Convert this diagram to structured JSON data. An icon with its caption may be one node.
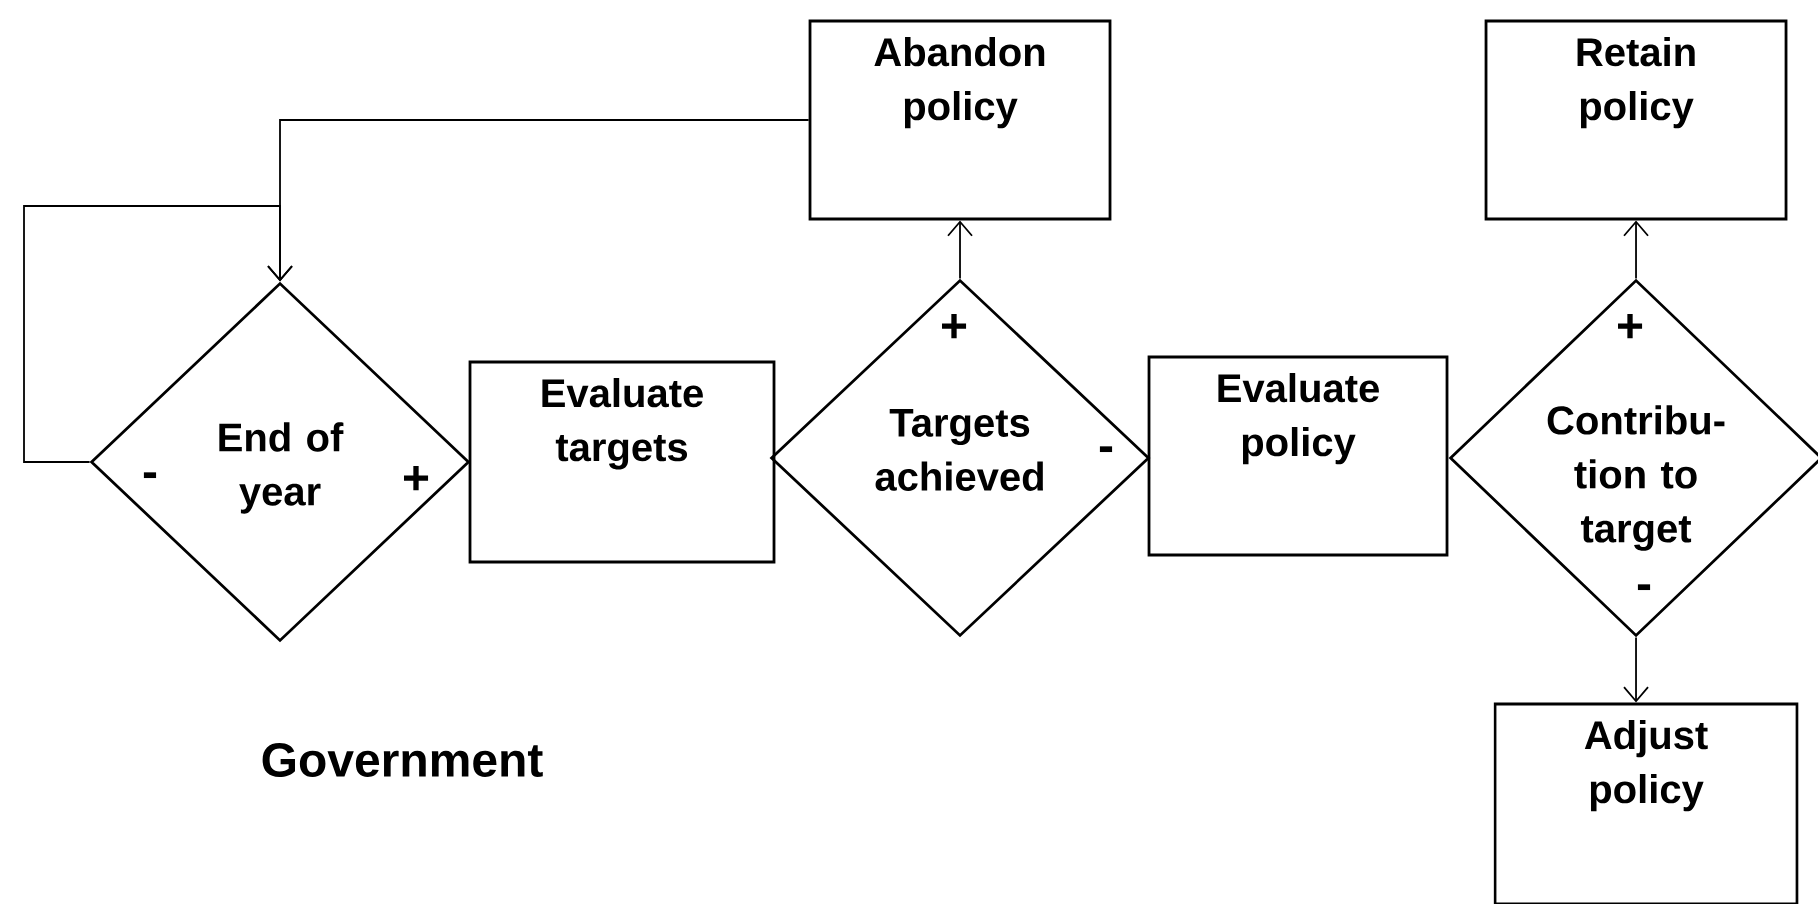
{
  "diagram": {
    "nodes": [
      {
        "text": [
          "-",
          "End of year",
          "+"
        ]
      },
      {
        "text": [
          "Evaluate targets"
        ]
      },
      {
        "text": [
          "+",
          "Targets achieved",
          "-"
        ]
      },
      {
        "text": [
          "Evaluate policy"
        ]
      },
      {
        "text": [
          "+",
          "Contribu-tion to target",
          "-"
        ]
      },
      {
        "text": [
          "Abandon policy"
        ]
      },
      {
        "text": [
          "Retain policy"
        ]
      },
      {
        "text": [
          "Adjust policy"
        ]
      }
    ],
    "edges": [
      {
        "from": 0,
        "to": 0,
        "arrow": "to"
      },
      {
        "from": 5,
        "to": 0,
        "arrow": "to"
      },
      {
        "from": 2,
        "to": 5,
        "arrow": "to"
      },
      {
        "from": 4,
        "to": 6,
        "arrow": "to"
      },
      {
        "from": 4,
        "to": 7,
        "arrow": "to"
      }
    ],
    "labels": [
      "Government"
    ]
  }
}
